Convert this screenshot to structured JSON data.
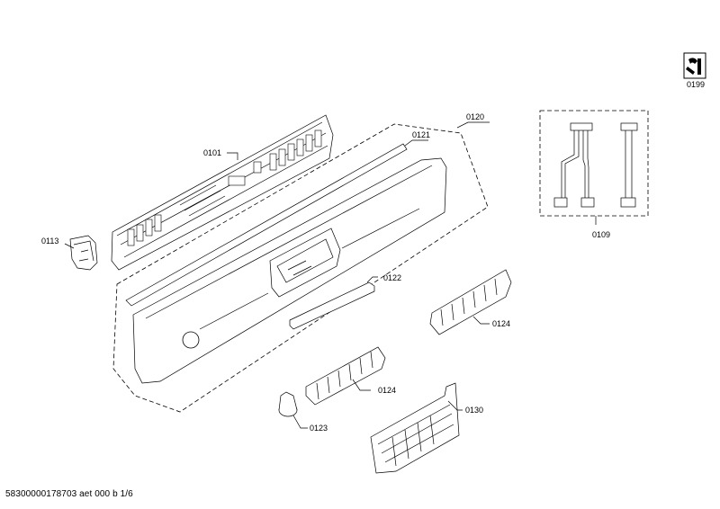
{
  "labels": {
    "tools": "0199",
    "electronic_module": "0101",
    "holder": "0113",
    "strip": "0121",
    "control_panel": "0120",
    "cable_set": "0109",
    "push_rod": "0122",
    "buttons_right": "0124",
    "buttons_left": "0124",
    "knob": "0123",
    "bracket": "0130"
  },
  "footer": "58300000178703 aet 000 b 1/6"
}
